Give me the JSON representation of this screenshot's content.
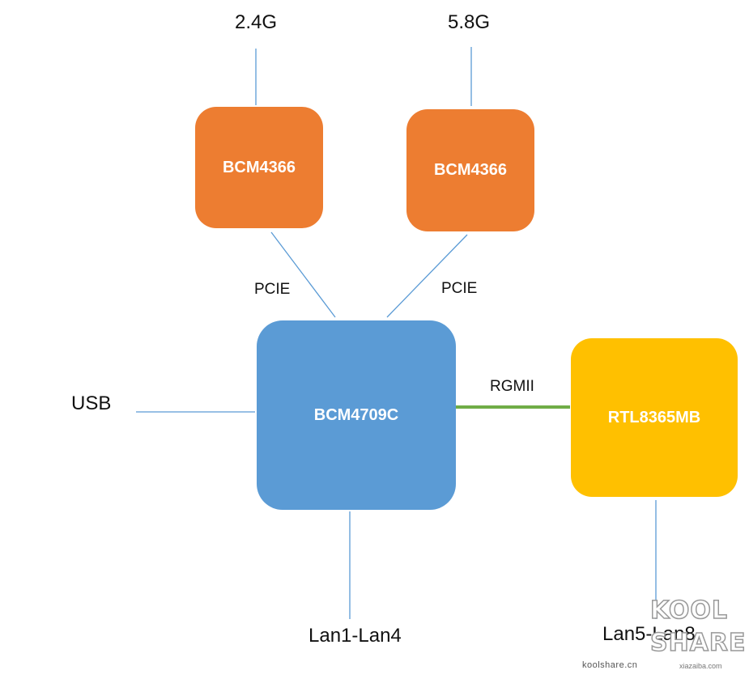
{
  "diagram": {
    "chips": {
      "wifi_24": {
        "label": "BCM4366",
        "color": "#ed7d31"
      },
      "wifi_58": {
        "label": "BCM4366",
        "color": "#ed7d31"
      },
      "soc": {
        "label": "BCM4709C",
        "color": "#5b9bd5"
      },
      "switch": {
        "label": "RTL8365MB",
        "color": "#ffc000"
      }
    },
    "labels": {
      "band_24": "2.4G",
      "band_58": "5.8G",
      "pcie_left": "PCIE",
      "pcie_right": "PCIE",
      "rgmii": "RGMII",
      "usb": "USB",
      "lan_1_4": "Lan1-Lan4",
      "lan_5_8": "Lan5-Lan8"
    },
    "colors": {
      "connector": "#5b9bd5",
      "rgmii_link": "#70ad47"
    }
  },
  "watermark": {
    "line1": "KOOL",
    "line2": "SHARE",
    "site": "koolshare.cn",
    "site2": "xiazaiba.com"
  }
}
